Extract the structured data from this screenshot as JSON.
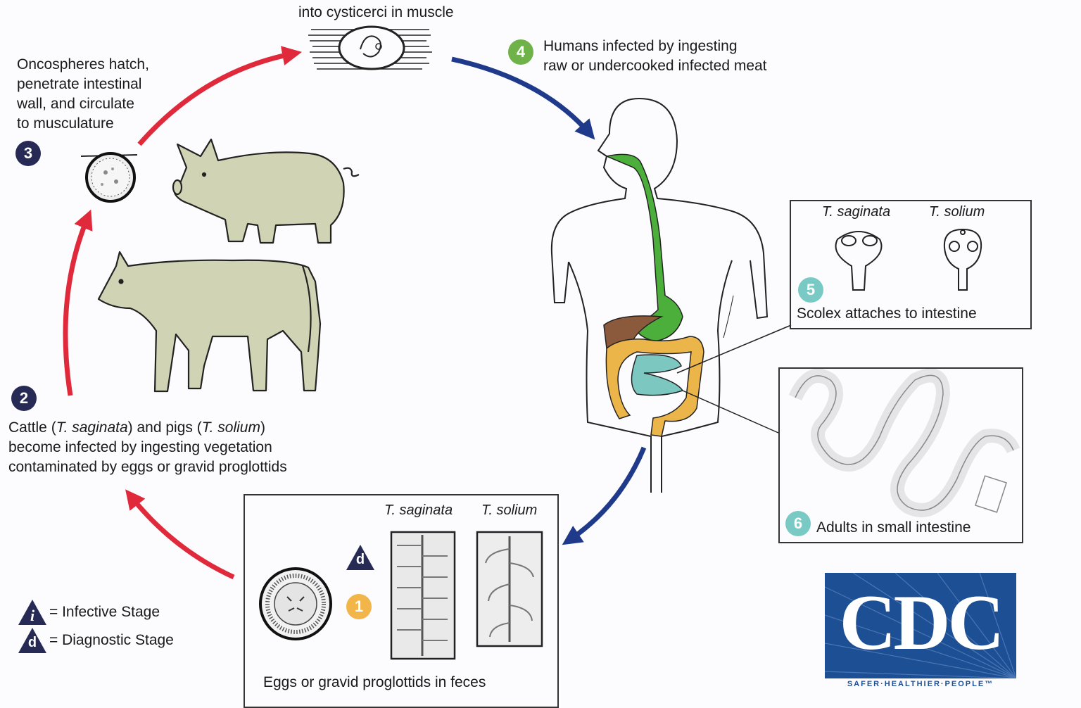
{
  "stage_top": {
    "label": "into cysticerci in muscle"
  },
  "stage4": {
    "number": "4",
    "line1": "Humans infected by ingesting",
    "line2": "raw or undercooked infected meat"
  },
  "stage3": {
    "number": "3",
    "lines": [
      "Oncospheres hatch,",
      "penetrate intestinal",
      "wall, and circulate",
      "to musculature"
    ]
  },
  "stage2": {
    "number": "2",
    "line1_pre": "Cattle (",
    "line1_sp1": "T. saginata",
    "line1_mid": ") and pigs (",
    "line1_sp2": "T. solium",
    "line1_post": ")",
    "line2": "become infected by ingesting vegetation",
    "line3": "contaminated by eggs or gravid proglottids"
  },
  "stage5": {
    "number": "5",
    "species1": "T. saginata",
    "species2": "T. solium",
    "label": "Scolex attaches to intestine"
  },
  "stage6": {
    "number": "6",
    "label": "Adults in small intestine"
  },
  "stage1": {
    "number": "1",
    "diag_letter": "d",
    "species1": "T. saginata",
    "species2": "T. solium",
    "label": "Eggs or gravid proglottids in feces"
  },
  "legend": {
    "infective_letter": "i",
    "infective_label": "= Infective Stage",
    "diagnostic_letter": "d",
    "diagnostic_label": "= Diagnostic Stage"
  },
  "logo": {
    "text": "CDC",
    "tagline": "SAFER·HEALTHIER·PEOPLE™"
  },
  "colors": {
    "cycle_red": "#e0293b",
    "cycle_blue": "#1f3a8a",
    "badge_navy": "#262a55",
    "badge_green": "#6fb24a",
    "badge_teal": "#79c9c4",
    "badge_yellow": "#f1b54a",
    "animal_fill": "#d1d4b4",
    "cdc_blue": "#1d4f95"
  },
  "icons": [
    "pig-illustration",
    "cow-illustration",
    "human-body-outline",
    "cysticercus-in-muscle",
    "oncosphere",
    "egg",
    "proglottid",
    "scolex",
    "adult-tapeworm"
  ]
}
